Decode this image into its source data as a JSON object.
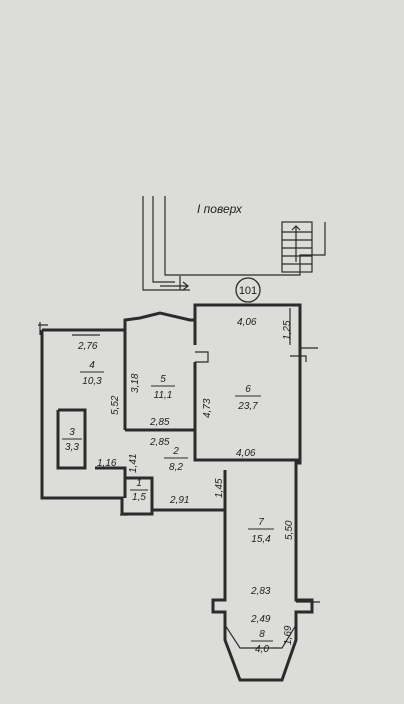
{
  "floor_label": "I поверх",
  "apartment_number": "101",
  "rooms": [
    {
      "id": "4",
      "number": "4",
      "area": "10,3"
    },
    {
      "id": "3",
      "number": "3",
      "area": "3,3"
    },
    {
      "id": "5",
      "number": "5",
      "area": "11,1"
    },
    {
      "id": "6",
      "number": "6",
      "area": "23,7"
    },
    {
      "id": "2",
      "number": "2",
      "area": "8,2"
    },
    {
      "id": "1",
      "number": "1",
      "area": "1,5"
    },
    {
      "id": "7",
      "number": "7",
      "area": "15,4"
    },
    {
      "id": "8",
      "number": "8",
      "area": "4,0"
    }
  ],
  "dimensions": {
    "d_2_76": "2,76",
    "d_5_52": "5,52",
    "d_1_16": "1,16",
    "d_3_18": "3,18",
    "d_2_85_a": "2,85",
    "d_2_85_b": "2,85",
    "d_1_41": "1,41",
    "d_4_06_top": "4,06",
    "d_1_25": "1,25",
    "d_4_73": "4,73",
    "d_4_06_bottom": "4,06",
    "d_1_45": "1,45",
    "d_2_91": "2,91",
    "d_5_50": "5,50",
    "d_2_83": "2,83",
    "d_2_49": "2,49",
    "d_1_69": "1,69"
  }
}
